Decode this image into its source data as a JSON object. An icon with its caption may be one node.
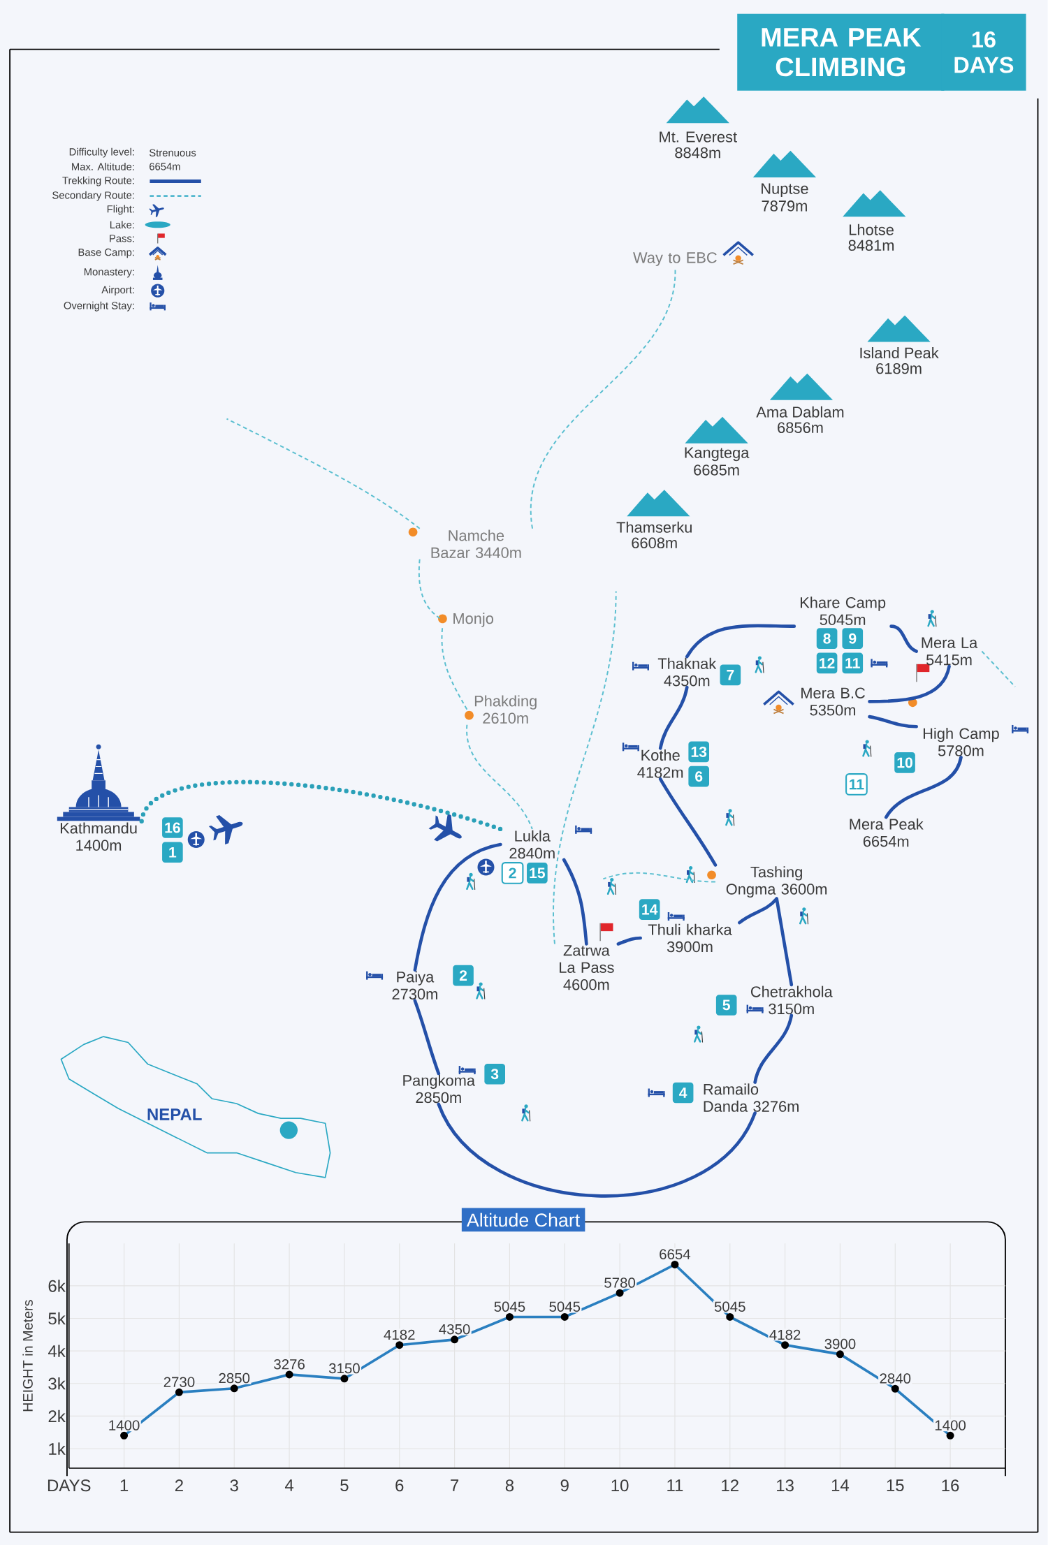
{
  "diagram": {
    "nodes": [
      {
        "text": [
          "MERA PEAK CLIMBING"
        ]
      },
      {
        "text": [
          "16 DAYS"
        ]
      },
      {
        "text": [
          "Kathmandu 1400m"
        ],
        "beside": [
          "16",
          "1"
        ]
      },
      {
        "text": [
          "Lukla 2840m"
        ],
        "beside": [
          "2",
          "15"
        ]
      },
      {
        "text": [
          "Paiya 2730m"
        ],
        "beside": [
          "2"
        ]
      },
      {
        "text": [
          "Pangkoma 2850m"
        ],
        "beside": [
          "3"
        ]
      },
      {
        "text": [
          "Ramailo Danda 3276m"
        ],
        "beside": [
          "4"
        ]
      },
      {
        "text": [
          "Chetrakhola 3150m"
        ],
        "beside": [
          "5"
        ]
      },
      {
        "text": [
          "Tashing Ongma 3600m"
        ]
      },
      {
        "text": [
          "Kothe 4182m"
        ],
        "beside": [
          "13",
          "6"
        ]
      },
      {
        "text": [
          "Thaknak 4350m"
        ],
        "beside": [
          "7"
        ]
      },
      {
        "text": [
          "Khare Camp 5045m"
        ],
        "beside": [
          "8",
          "9",
          "12",
          "11"
        ]
      },
      {
        "text": [
          "Mera La 5415m"
        ]
      },
      {
        "text": [
          "Mera B.C 5350m"
        ]
      },
      {
        "text": [
          "High Camp 5780m"
        ],
        "beside": [
          "10"
        ]
      },
      {
        "text": [
          "Mera Peak 6654m"
        ],
        "beside": [
          "11"
        ]
      },
      {
        "text": [
          "Thuli kharka 3900m"
        ],
        "beside": [
          "14"
        ]
      },
      {
        "text": [
          "Zatrwa La Pass 4600m"
        ]
      },
      {
        "text": [
          "Phakding 2610m"
        ]
      },
      {
        "text": [
          "Monjo"
        ]
      },
      {
        "text": [
          "Namche Bazar 3440m"
        ]
      },
      {
        "text": [
          "Way to EBC"
        ]
      },
      {
        "text": [
          "NEPAL"
        ]
      }
    ],
    "edges": [
      {
        "from": 3,
        "to": 4,
        "arrow": "none"
      },
      {
        "from": 4,
        "to": 5,
        "arrow": "none"
      },
      {
        "from": 5,
        "to": 6,
        "arrow": "none"
      },
      {
        "from": 6,
        "to": 7,
        "arrow": "none"
      },
      {
        "from": 7,
        "to": 8,
        "arrow": "none"
      },
      {
        "from": 8,
        "to": 9,
        "arrow": "none"
      },
      {
        "from": 9,
        "to": 10,
        "arrow": "none"
      },
      {
        "from": 10,
        "to": 11,
        "arrow": "none"
      },
      {
        "from": 11,
        "to": 12,
        "arrow": "none"
      },
      {
        "from": 12,
        "to": 13,
        "arrow": "none"
      },
      {
        "from": 13,
        "to": 14,
        "arrow": "none"
      },
      {
        "from": 14,
        "to": 15,
        "arrow": "none"
      },
      {
        "from": 8,
        "to": 16,
        "arrow": "none"
      },
      {
        "from": 16,
        "to": 17,
        "arrow": "none"
      },
      {
        "from": 17,
        "to": 3,
        "arrow": "none"
      },
      {
        "from": 2,
        "to": 3,
        "arrow": "none",
        "style": "dashed",
        "color": "#2aa0b8"
      },
      {
        "from": 20,
        "to": 19,
        "arrow": "none",
        "style": "dashed",
        "color": "#5bbfd0"
      },
      {
        "from": 19,
        "to": 18,
        "arrow": "none",
        "style": "dashed",
        "color": "#5bbfd0"
      },
      {
        "from": 18,
        "to": 3,
        "arrow": "none",
        "style": "dashed",
        "color": "#5bbfd0"
      },
      {
        "from": 20,
        "to": 21,
        "arrow": "none",
        "style": "dashed",
        "color": "#5bbfd0"
      },
      {
        "from": 20,
        "to": null,
        "arrow": "none",
        "style": "dashed",
        "color": "#5bbfd0"
      },
      {
        "from": 12,
        "to": null,
        "arrow": "none",
        "style": "dashed",
        "color": "#5bbfd0"
      },
      {
        "from": 17,
        "to": null,
        "arrow": "none",
        "style": "dashed",
        "color": "#5bbfd0"
      },
      {
        "from": 8,
        "to": null,
        "arrow": "none",
        "style": "dashed",
        "color": "#5bbfd0"
      }
    ],
    "labels": [
      "Difficulty level:",
      "Strenuous",
      "Max. Altitude:",
      "6654m",
      "Mt. Everest",
      "8848m",
      "Nuptse",
      "7879m",
      "Lhotse",
      "8481m",
      "Island Peak",
      "6189m",
      "Ama Dablam",
      "6856m",
      "Kangtega",
      "6685m",
      "Thamserku",
      "6608m"
    ],
    "legend": [
      {
        "text": "Trekking Route:"
      },
      {
        "text": "Secondary Route:"
      },
      {
        "text": "Flight:"
      },
      {
        "text": "Lake:"
      },
      {
        "text": "Pass:"
      },
      {
        "text": "Base Camp:"
      },
      {
        "text": "Monastery:"
      },
      {
        "text": "Airport:"
      },
      {
        "text": "Overnight Stay:"
      }
    ],
    "chart_data": {
      "type": "line",
      "title": "Altitude Chart",
      "xlabel": "DAYS",
      "ylabel": "HEIGHT in Meters",
      "x": [
        1,
        2,
        3,
        4,
        5,
        6,
        7,
        8,
        9,
        10,
        11,
        12,
        13,
        14,
        15,
        16
      ],
      "series": [
        {
          "color": "#2a7fc0",
          "marker": true,
          "values": [
            1400,
            2730,
            2850,
            3276,
            3150,
            4182,
            4350,
            5045,
            5045,
            5780,
            6654,
            5045,
            4182,
            3900,
            2840,
            1400
          ]
        }
      ],
      "xlim": [
        0,
        17
      ],
      "ylim": [
        400,
        7300
      ],
      "xticks": [
        1,
        2,
        3,
        4,
        5,
        6,
        7,
        8,
        9,
        10,
        11,
        12,
        13,
        14,
        15,
        16
      ],
      "yticks": [
        {
          "value": 1000,
          "label": "1k"
        },
        {
          "value": 2000,
          "label": "2k"
        },
        {
          "value": 3000,
          "label": "3k"
        },
        {
          "value": 4000,
          "label": "4k"
        },
        {
          "value": 5000,
          "label": "5k"
        },
        {
          "value": 6000,
          "label": "6k"
        }
      ],
      "grid": true,
      "data_labels": true
    }
  }
}
